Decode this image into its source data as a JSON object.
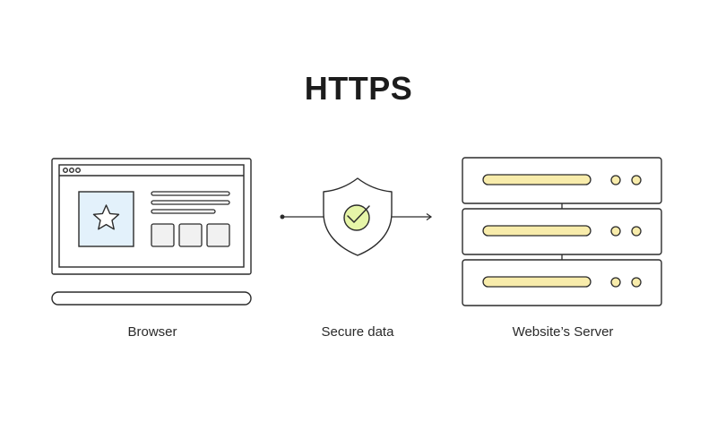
{
  "title": "HTTPS",
  "labels": {
    "browser": "Browser",
    "secure": "Secure data",
    "server": "Website’s Server"
  },
  "icons": {
    "browser": "laptop-icon",
    "star": "star-icon",
    "shield": "shield-check-icon",
    "server": "server-rack-icon"
  },
  "colors": {
    "stroke": "#2b2b2b",
    "image_placeholder": "#e3f1fb",
    "shield_badge": "#e6f5a8",
    "server_bar": "#f8ecab",
    "tile": "#f1f1f1"
  }
}
